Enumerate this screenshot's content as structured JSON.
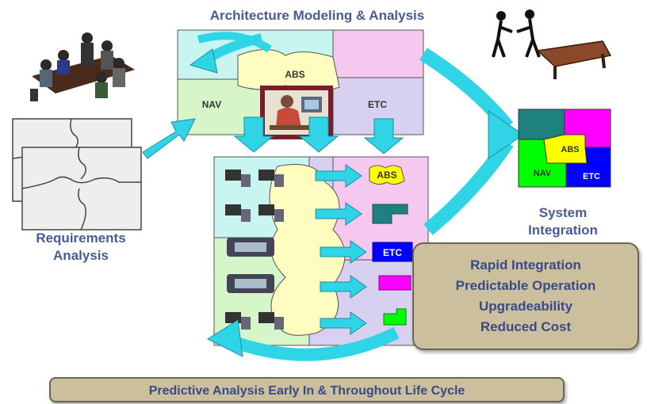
{
  "titles": {
    "architecture": "Architecture Modeling & Analysis",
    "requirements_line1": "Requirements",
    "requirements_line2": "Analysis",
    "system_line1": "System",
    "system_line2": "Integration"
  },
  "puzzle_labels": {
    "abs": "ABS",
    "nav": "NAV",
    "etc": "ETC"
  },
  "benefits": [
    "Rapid Integration",
    "Predictable Operation",
    "Upgradeability",
    "Reduced Cost"
  ],
  "footer": "Predictive Analysis Early In & Throughout Life Cycle",
  "colors": {
    "label_text": "#4a5a92",
    "arrow_cyan": "#2fd4e6",
    "box_fill": "#cbbf9e",
    "piece_nav_green": "#d6f5c8",
    "piece_abs_yellow": "#fffcc0",
    "piece_etc_lavender": "#d8d0f0",
    "piece_pink": "#f5c8f0",
    "piece_cyan": "#c8f5f0",
    "sys_teal": "#1f8080",
    "sys_magenta": "#ff00ff",
    "sys_green": "#00ff00",
    "sys_blue": "#0000ff",
    "sys_yellow": "#ffff00"
  }
}
